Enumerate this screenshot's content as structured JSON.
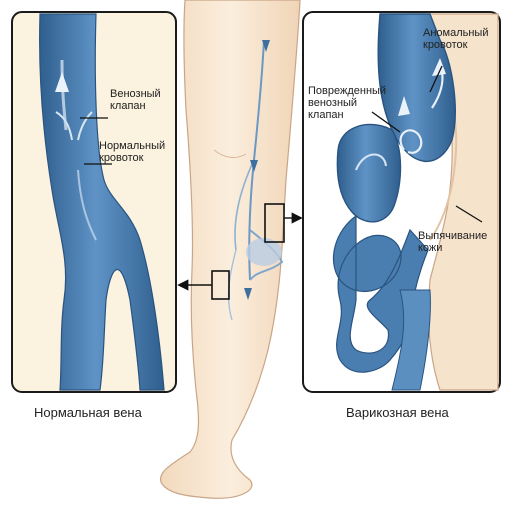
{
  "left_panel": {
    "valve_label": [
      "Венозный",
      "клапан"
    ],
    "flow_label": [
      "Нормальный",
      "кровоток"
    ],
    "caption": "Нормальная вена"
  },
  "right_panel": {
    "abnormal_flow_label": [
      "Аномальный",
      "кровоток"
    ],
    "damaged_valve_label": [
      "Поврежденный",
      "венозный",
      "клапан"
    ],
    "bulge_label": [
      "Выпячивание",
      "кожи"
    ],
    "caption": "Варикозная вена"
  },
  "colors": {
    "panel_border": "#1a1a1a",
    "skin": "#f6e3cc",
    "skin_outline": "#c9a586",
    "vein_dark": "#3d6e9e",
    "vein_mid": "#5b8fc0",
    "vein_light": "#a9c9e6",
    "background_right": "#fbf2df"
  },
  "icons": [
    "flow-arrow-icon",
    "connector-arrow-icon"
  ]
}
